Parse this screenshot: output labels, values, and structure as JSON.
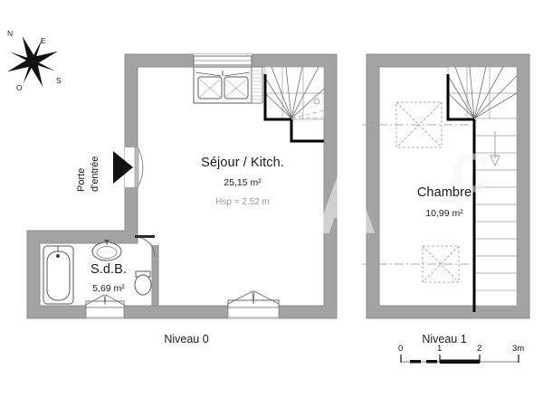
{
  "document": {
    "type": "floor-plan",
    "watermark": "CA"
  },
  "compass": {
    "name": "compass-rose",
    "north": "N",
    "east": "E",
    "south": "S",
    "west": "O"
  },
  "annotations": {
    "entrance_door_line1": "Porte",
    "entrance_door_line2": "d'entrée"
  },
  "levels": [
    {
      "id": "niveau-0",
      "label": "Niveau 0"
    },
    {
      "id": "niveau-1",
      "label": "Niveau 1"
    }
  ],
  "rooms": [
    {
      "id": "sejour-kitch",
      "name": "Séjour / Kitch.",
      "area": "25,15 m²",
      "height_note": "Hsp = 2.52 m",
      "level": "Niveau 0"
    },
    {
      "id": "salle-de-bain",
      "name": "S.d.B.",
      "area": "5,69 m²",
      "height_note": "",
      "level": "Niveau 0"
    },
    {
      "id": "chambre",
      "name": "Chambre",
      "area": "10,99 m²",
      "height_note": "",
      "level": "Niveau 1"
    }
  ],
  "scale_bar": {
    "unit": "m",
    "ticks": [
      "0",
      "1",
      "2",
      "3m"
    ]
  },
  "colors": {
    "wall_fill": "#a3a3a3",
    "wall_stroke": "#7d7d7d",
    "interior_wall_black": "#000000",
    "fixture_stroke": "#4a4a4a",
    "text": "#1c1c1c",
    "muted_text": "#9a9a9a",
    "background": "#ffffff"
  }
}
